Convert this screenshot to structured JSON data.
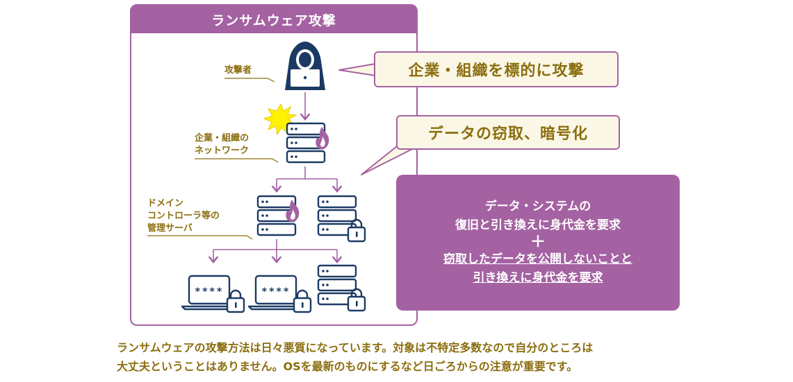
{
  "panel": {
    "title": "ランサムウェア攻撃"
  },
  "labels": {
    "attacker": "攻撃者",
    "network": [
      "企業・組織の",
      "ネットワーク"
    ],
    "domain": [
      "ドメイン",
      "コントローラ等の",
      "管理サーバ"
    ]
  },
  "callouts": {
    "target": "企業・組織を標的に攻撃",
    "steal": "データの窃取、暗号化"
  },
  "result": {
    "line1": "データ・システムの",
    "line2": "復旧と引き換えに身代金を要求",
    "plus": "＋",
    "line3": "窃取したデータを公開しないことと",
    "line4": "引き換えに身代金を要求"
  },
  "laptop_password": "****",
  "footer": {
    "line1": "ランサムウェアの攻撃方法は日々悪質になっています。対象は不特定多数なので自分のところは",
    "line2": "大丈夫ということはありません。OSを最新のものにするなど日ごろからの注意が重要です。"
  },
  "colors": {
    "accent": "#a462a2",
    "navy": "#1b3a63",
    "gold": "#8a6d0e",
    "callout_bg": "#fbf7e6"
  }
}
